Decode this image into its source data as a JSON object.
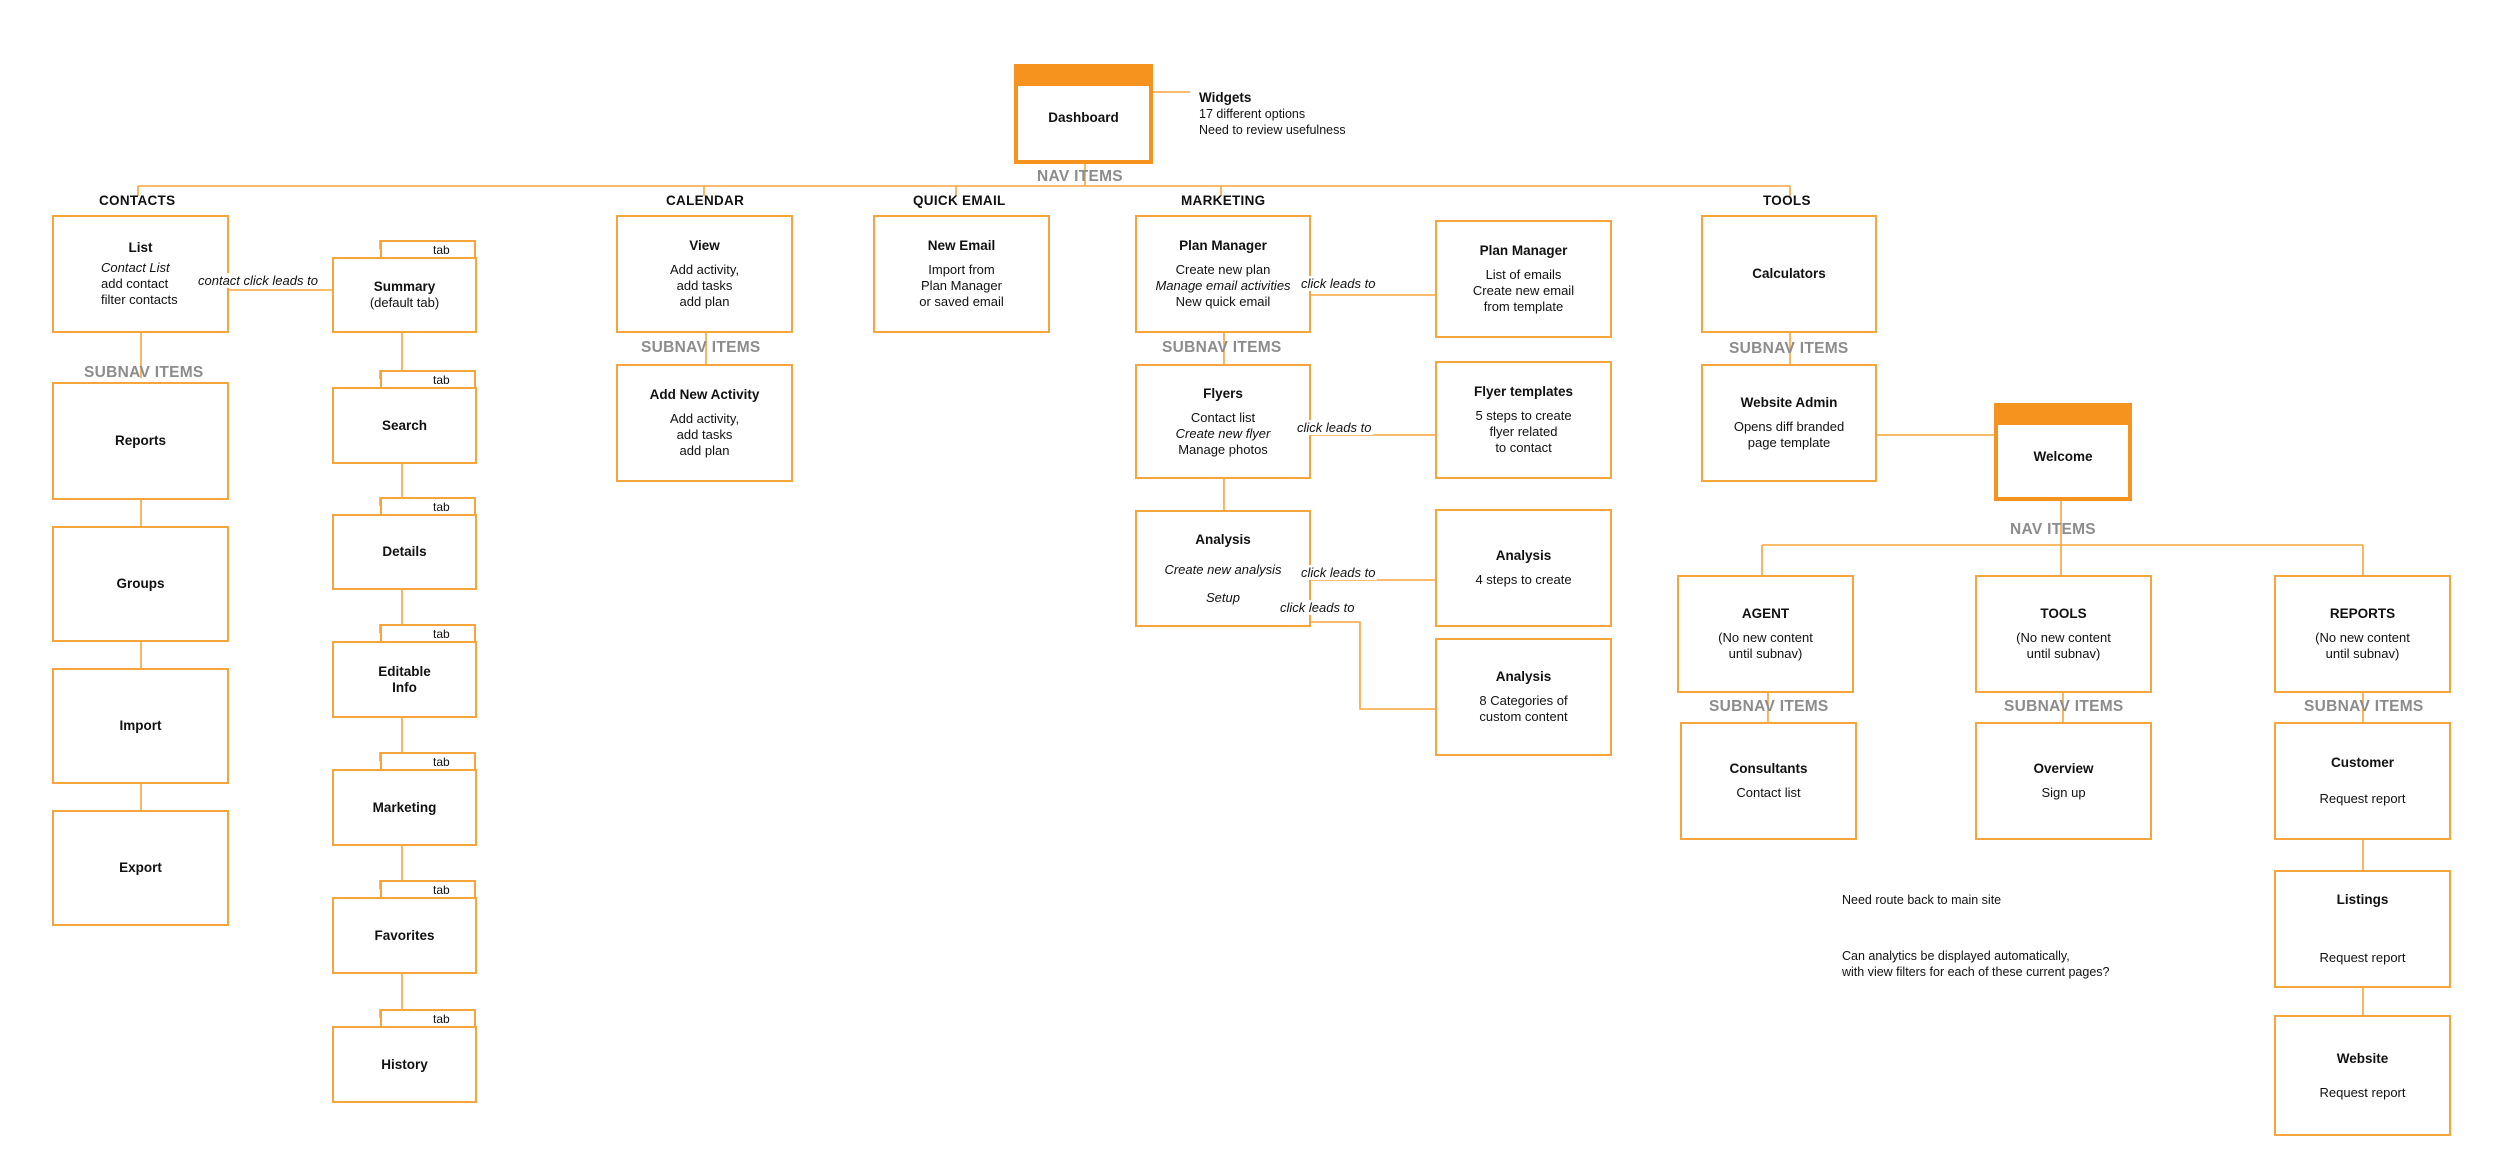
{
  "colors": {
    "accent": "#f6a53c",
    "header_fill": "#f6931e",
    "subnav_gray": "#8c8c8c"
  },
  "dashboard": {
    "title": "Dashboard"
  },
  "widgets_note": {
    "title": "Widgets",
    "lines": [
      "17 different options",
      "Need to review usefulness"
    ]
  },
  "nav_items_label": "NAV ITEMS",
  "subnav_items_label": "SUBNAV ITEMS",
  "tab_label": "tab",
  "link_label": "click leads to",
  "headers": {
    "contacts": "CONTACTS",
    "calendar": "CALENDAR",
    "quick_email": "QUICK EMAIL",
    "marketing": "MARKETING",
    "tools": "TOOLS"
  },
  "contacts": {
    "list": {
      "title": "List",
      "lines": [
        "Contact List",
        "add contact",
        "filter contacts"
      ]
    },
    "link": "contact click leads to",
    "subnav": [
      "Reports",
      "Groups",
      "Import",
      "Export"
    ],
    "tabs": [
      "Summary",
      "Search",
      "Details",
      "Editable",
      "Marketing",
      "Favorites",
      "History"
    ],
    "summary_sub": "(default tab)",
    "editable_sub": "Info"
  },
  "calendar": {
    "view": {
      "title": "View",
      "lines": [
        "Add activity,",
        "add tasks",
        "add plan"
      ]
    },
    "add_activity": {
      "title": "Add New Activity",
      "lines": [
        "Add activity,",
        "add tasks",
        "add plan"
      ]
    }
  },
  "quick_email": {
    "new_email": {
      "title": "New Email",
      "lines": [
        "Import from",
        "Plan Manager",
        "or saved email"
      ]
    }
  },
  "marketing": {
    "plan_manager": {
      "title": "Plan Manager",
      "lines": [
        "Create new plan",
        "Manage email activities",
        "New quick email"
      ]
    },
    "plan_manager_detail": {
      "title": "Plan Manager",
      "lines": [
        "List of emails",
        "Create new email",
        "from template"
      ]
    },
    "flyers": {
      "title": "Flyers",
      "lines": [
        "Contact list",
        "Create new flyer",
        "Manage photos"
      ]
    },
    "flyer_templates": {
      "title": "Flyer templates",
      "lines": [
        "5 steps to create",
        "flyer related",
        "to contact"
      ]
    },
    "analysis": {
      "title": "Analysis",
      "lines": [
        "Create new  analysis",
        "Setup"
      ]
    },
    "analysis_create": {
      "title": "Analysis",
      "lines": [
        "4 steps to create"
      ]
    },
    "analysis_setup": {
      "title": "Analysis",
      "lines": [
        "8 Categories of",
        "custom content"
      ]
    }
  },
  "tools": {
    "calculators": {
      "title": "Calculators"
    },
    "website_admin": {
      "title": "Website Admin",
      "lines": [
        "Opens diff branded",
        "page template"
      ]
    },
    "welcome": {
      "title": "Welcome"
    },
    "agent": {
      "title": "AGENT",
      "lines": [
        "(No new content",
        "until subnav)"
      ]
    },
    "tools2": {
      "title": "TOOLS",
      "lines": [
        "(No new content",
        "until subnav)"
      ]
    },
    "reports": {
      "title": "REPORTS",
      "lines": [
        "(No new content",
        "until subnav)"
      ]
    },
    "consultants": {
      "title": "Consultants",
      "lines": [
        "Contact list"
      ]
    },
    "overview": {
      "title": "Overview",
      "lines": [
        "Sign up"
      ]
    },
    "customer": {
      "title": "Customer",
      "lines": [
        "Request report"
      ]
    },
    "listings": {
      "title": "Listings",
      "lines": [
        "Request report"
      ]
    },
    "website": {
      "title": "Website",
      "lines": [
        "Request report"
      ]
    }
  },
  "notes": {
    "route_back": "Need route back to main site",
    "analytics": [
      "Can analytics be displayed automatically,",
      "with view filters for each of these current pages?"
    ]
  }
}
